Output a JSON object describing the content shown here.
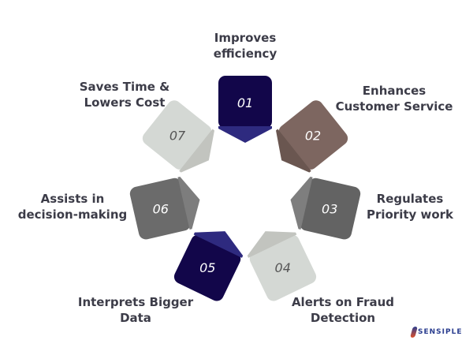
{
  "items": [
    {
      "number": "01",
      "label": "Improves\nefficiency",
      "color": "#12064a",
      "accent": "#2e2a7f",
      "text_color": "#ffffff"
    },
    {
      "number": "02",
      "label": "Enhances\nCustomer Service",
      "color": "#7d6660",
      "accent": "#6a5650",
      "text_color": "#ffffff"
    },
    {
      "number": "03",
      "label": "Regulates\nPriority work",
      "color": "#636363",
      "accent": "#7e7e7e",
      "text_color": "#ffffff"
    },
    {
      "number": "04",
      "label": "Alerts on Fraud\nDetection",
      "color": "#d4d8d4",
      "accent": "#c2c4bf",
      "text_color": "#555555"
    },
    {
      "number": "05",
      "label": "Interprets Bigger\nData",
      "color": "#12064a",
      "accent": "#2e2a7f",
      "text_color": "#ffffff"
    },
    {
      "number": "06",
      "label": "Assists in\ndecision-making",
      "color": "#6b6b6b",
      "accent": "#7d7d7d",
      "text_color": "#ffffff"
    },
    {
      "number": "07",
      "label": "Saves Time &\nLowers Cost",
      "color": "#d4d8d4",
      "accent": "#c2c4bf",
      "text_color": "#555555"
    }
  ],
  "logo": {
    "text": "SENSIPLE"
  }
}
